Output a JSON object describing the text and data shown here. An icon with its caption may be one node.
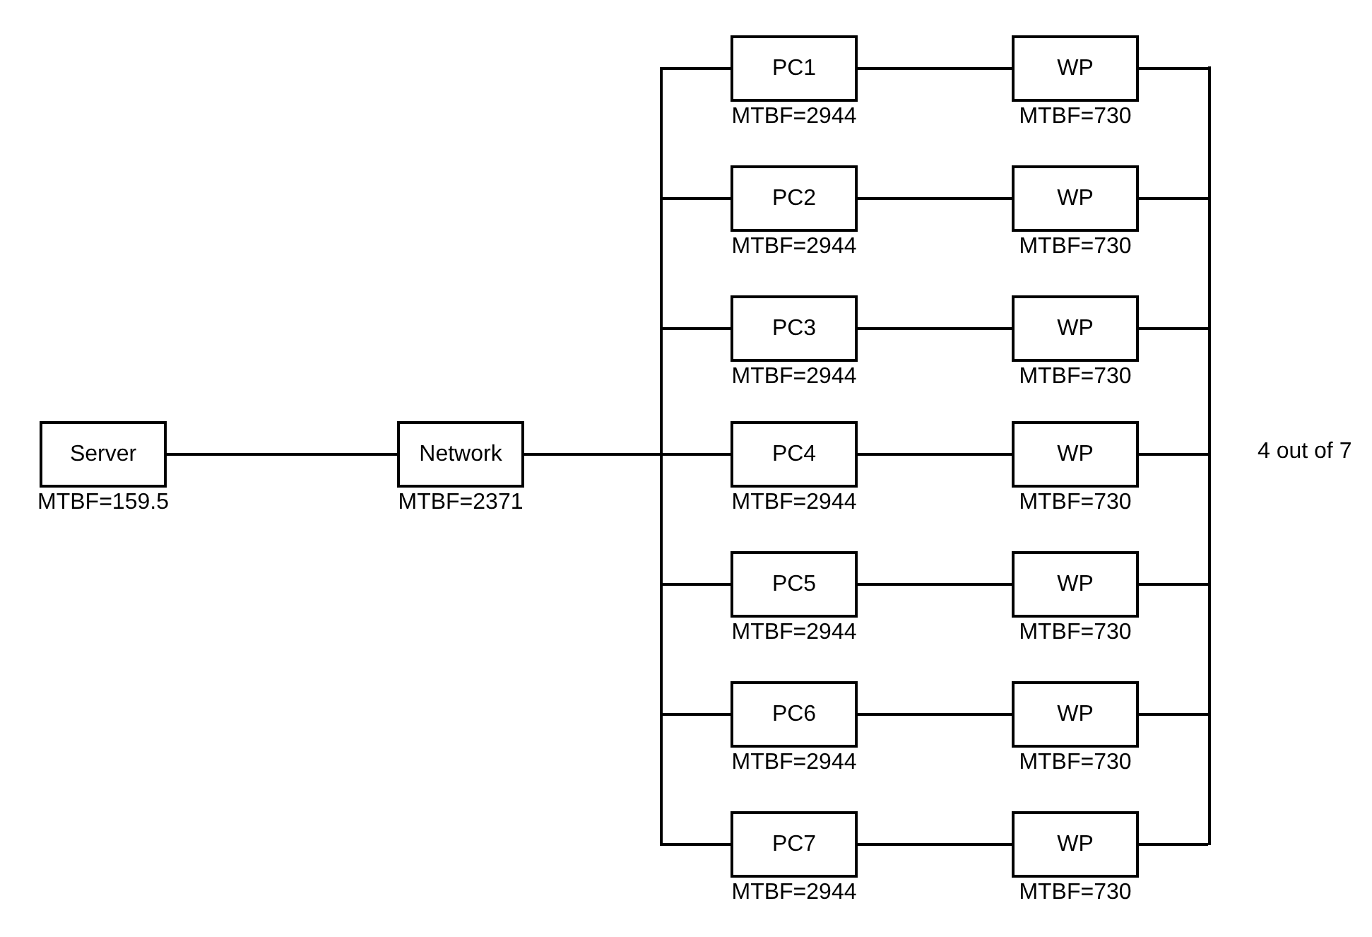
{
  "diagram": {
    "nodes": [
      {
        "text": [
          "Server"
        ],
        "beside": [
          "MTBF=159.5"
        ]
      },
      {
        "text": [
          "Network"
        ],
        "beside": [
          "MTBF=2371"
        ]
      },
      {
        "text": [
          "PC1"
        ],
        "beside": [
          "MTBF=2944"
        ]
      },
      {
        "text": [
          "WP"
        ],
        "beside": [
          "MTBF=730"
        ]
      },
      {
        "text": [
          "PC2"
        ],
        "beside": [
          "MTBF=2944"
        ]
      },
      {
        "text": [
          "WP"
        ],
        "beside": [
          "MTBF=730"
        ]
      },
      {
        "text": [
          "PC3"
        ],
        "beside": [
          "MTBF=2944"
        ]
      },
      {
        "text": [
          "WP"
        ],
        "beside": [
          "MTBF=730"
        ]
      },
      {
        "text": [
          "PC4"
        ],
        "beside": [
          "MTBF=2944"
        ]
      },
      {
        "text": [
          "WP"
        ],
        "beside": [
          "MTBF=730"
        ]
      },
      {
        "text": [
          "PC5"
        ],
        "beside": [
          "MTBF=2944"
        ]
      },
      {
        "text": [
          "WP"
        ],
        "beside": [
          "MTBF=730"
        ]
      },
      {
        "text": [
          "PC6"
        ],
        "beside": [
          "MTBF=2944"
        ]
      },
      {
        "text": [
          "WP"
        ],
        "beside": [
          "MTBF=730"
        ]
      },
      {
        "text": [
          "PC7"
        ],
        "beside": [
          "MTBF=2944"
        ]
      },
      {
        "text": [
          "WP"
        ],
        "beside": [
          "MTBF=730"
        ]
      },
      {
        "text": [],
        "shape": "bar"
      }
    ],
    "edges": [
      {
        "from": 0,
        "to": 1,
        "arrow": "none"
      },
      {
        "from": 1,
        "to": 2,
        "arrow": "none"
      },
      {
        "from": 1,
        "to": 4,
        "arrow": "none"
      },
      {
        "from": 1,
        "to": 6,
        "arrow": "none"
      },
      {
        "from": 1,
        "to": 8,
        "arrow": "none"
      },
      {
        "from": 1,
        "to": 10,
        "arrow": "none"
      },
      {
        "from": 1,
        "to": 12,
        "arrow": "none"
      },
      {
        "from": 1,
        "to": 14,
        "arrow": "none"
      },
      {
        "from": 2,
        "to": 3,
        "arrow": "none"
      },
      {
        "from": 4,
        "to": 5,
        "arrow": "none"
      },
      {
        "from": 6,
        "to": 7,
        "arrow": "none"
      },
      {
        "from": 8,
        "to": 9,
        "arrow": "none"
      },
      {
        "from": 10,
        "to": 11,
        "arrow": "none"
      },
      {
        "from": 12,
        "to": 13,
        "arrow": "none"
      },
      {
        "from": 14,
        "to": 15,
        "arrow": "none"
      },
      {
        "from": 3,
        "to": 16,
        "arrow": "none"
      },
      {
        "from": 5,
        "to": 16,
        "arrow": "none"
      },
      {
        "from": 7,
        "to": 16,
        "arrow": "none"
      },
      {
        "from": 9,
        "to": 16,
        "arrow": "none"
      },
      {
        "from": 11,
        "to": 16,
        "arrow": "none"
      },
      {
        "from": 13,
        "to": 16,
        "arrow": "none"
      },
      {
        "from": 15,
        "to": 16,
        "arrow": "none"
      }
    ],
    "labels": [
      "4 out of 7"
    ]
  }
}
